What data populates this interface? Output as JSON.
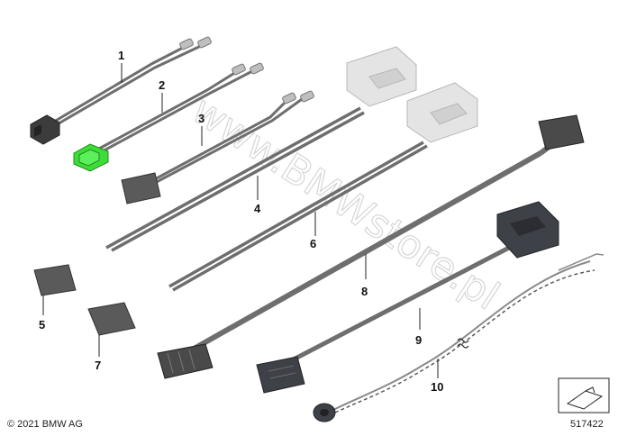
{
  "diagram": {
    "callouts": [
      {
        "id": "1",
        "label": "1"
      },
      {
        "id": "2",
        "label": "2"
      },
      {
        "id": "3",
        "label": "3"
      },
      {
        "id": "4",
        "label": "4"
      },
      {
        "id": "5",
        "label": "5"
      },
      {
        "id": "6",
        "label": "6"
      },
      {
        "id": "7",
        "label": "7"
      },
      {
        "id": "8",
        "label": "8"
      },
      {
        "id": "9",
        "label": "9"
      },
      {
        "id": "10",
        "label": "10"
      }
    ],
    "watermark": "www.BMWstore.pl",
    "copyright": "© 2021 BMW AG",
    "part_number": "517422",
    "colors": {
      "wire": "#6e6e6e",
      "connector_dark": "#4a4a4a",
      "connector_light": "#e4e4e4",
      "highlight": "#3ddc3a"
    }
  }
}
